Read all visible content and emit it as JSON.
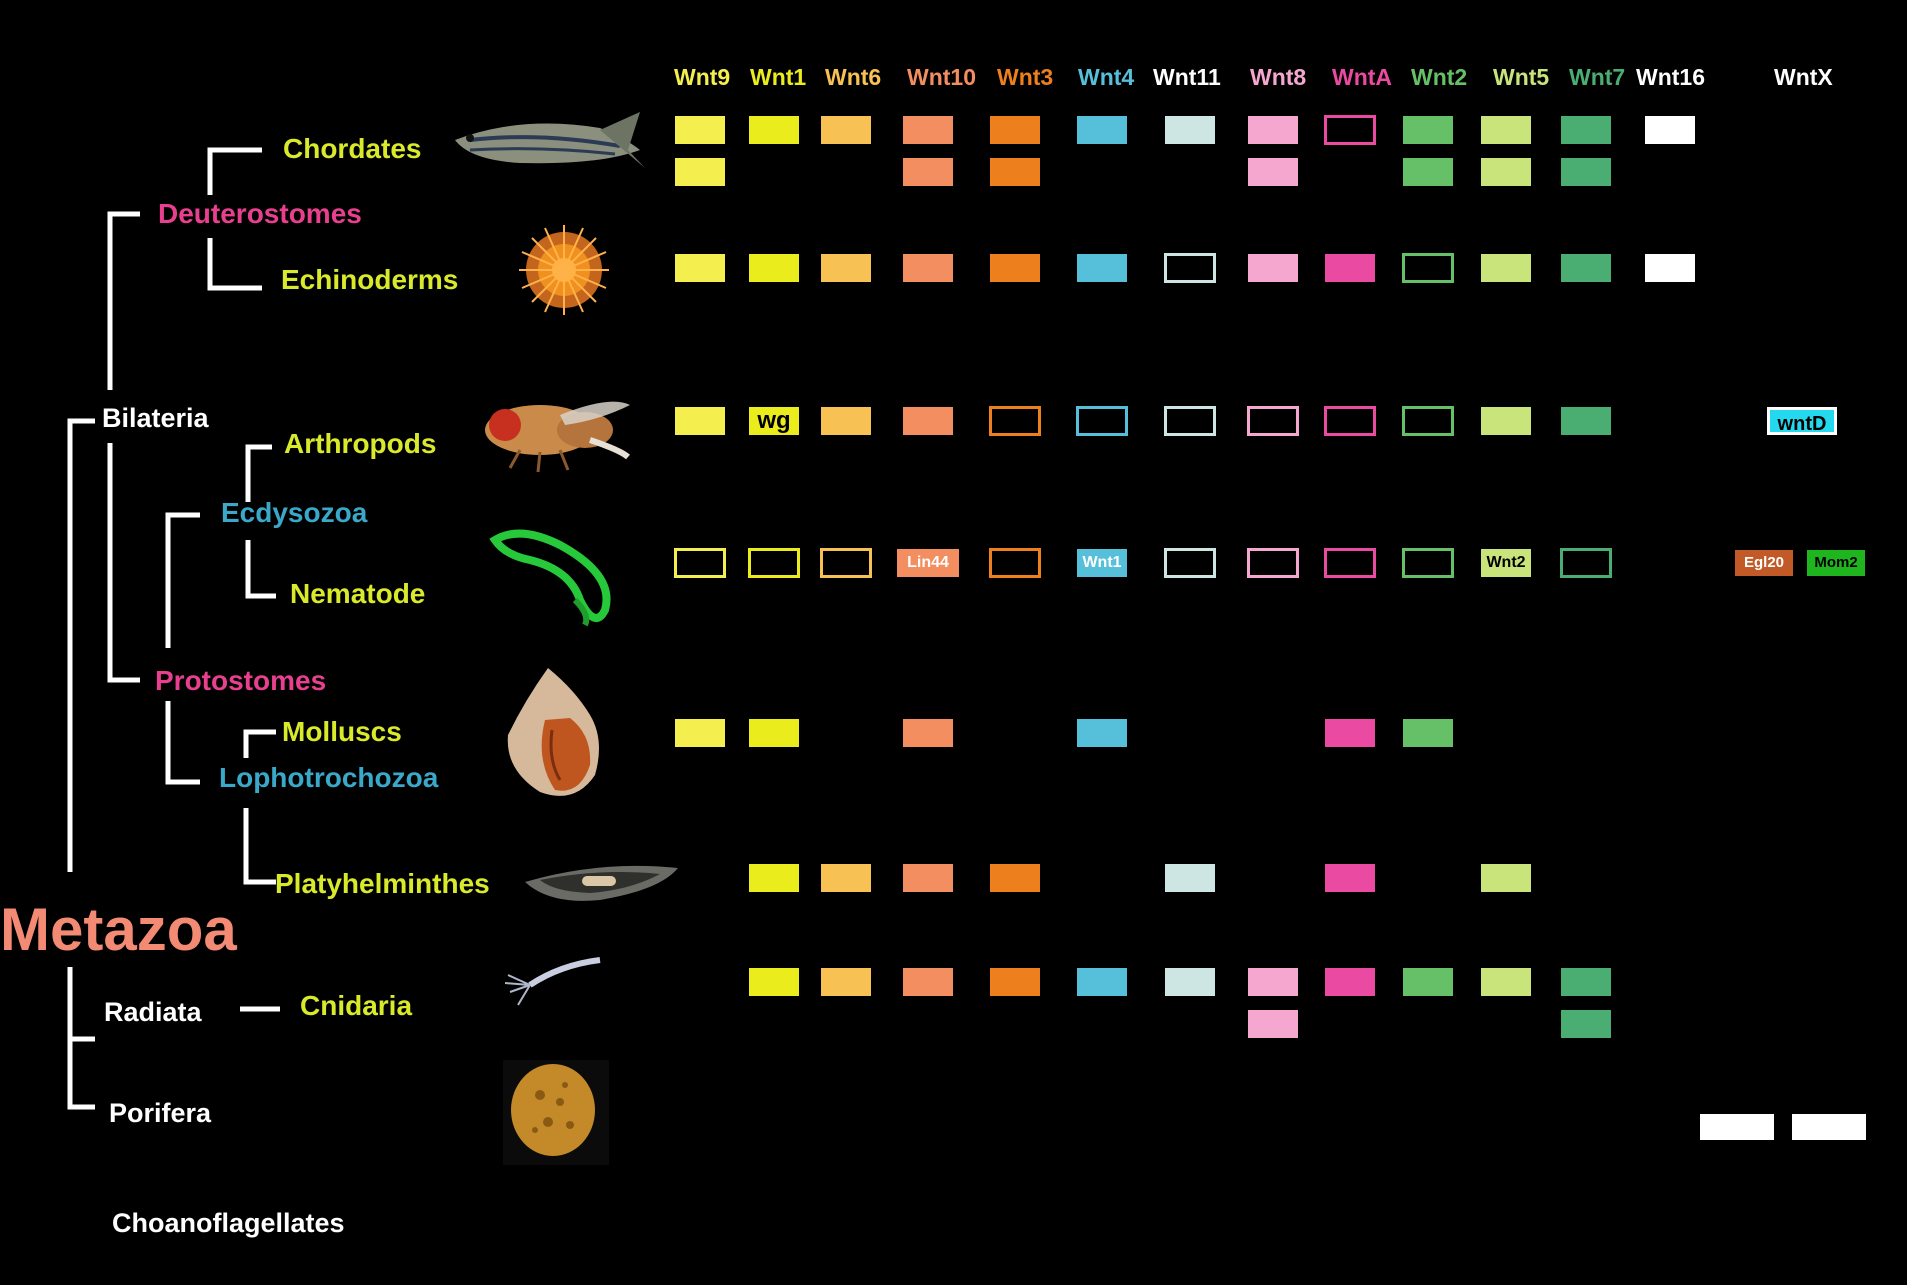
{
  "colors": {
    "background": "#000000",
    "tree_lines": "#ffffff",
    "clade_major": "#e8408f",
    "clade_minor": "#3aa8c9",
    "phylum": "#d9ea2a",
    "metazoa": "#f28a74",
    "base_groups": "#ffffff"
  },
  "taxa": {
    "chordates": "Chordates",
    "deuterostomes": "Deuterostomes",
    "echinoderms": "Echinoderms",
    "bilateria": "Bilateria",
    "arthropods": "Arthropods",
    "ecdysozoa": "Ecdysozoa",
    "nematode": "Nematode",
    "protostomes": "Protostomes",
    "molluscs": "Molluscs",
    "lophotrochozoa": "Lophotrochozoa",
    "platyhelminthes": "Platyhelminthes",
    "metazoa": "Metazoa",
    "radiata": "Radiata",
    "cnidaria": "Cnidaria",
    "porifera": "Porifera",
    "choanoflagellates": "Choanoflagellates"
  },
  "animal_images": [
    "zebrafish",
    "sea urchin",
    "fruit fly",
    "nematode worm",
    "whelk shell",
    "planarian flatworm",
    "hydra polyp",
    "sponge"
  ],
  "gene_families": [
    {
      "id": "wnt9",
      "label": "Wnt9",
      "color": "#f4ef4f"
    },
    {
      "id": "wnt1",
      "label": "Wnt1",
      "color": "#eaec1c"
    },
    {
      "id": "wnt6",
      "label": "Wnt6",
      "color": "#f7c153"
    },
    {
      "id": "wnt10",
      "label": "Wnt10",
      "color": "#f38e60"
    },
    {
      "id": "wnt3",
      "label": "Wnt3",
      "color": "#ee7f1d"
    },
    {
      "id": "wnt4",
      "label": "Wnt4",
      "color": "#56bfd9"
    },
    {
      "id": "wnt11",
      "label": "Wnt11",
      "color": "#cde6e4"
    },
    {
      "id": "wnt8",
      "label": "Wnt8",
      "color": "#f6a7d0"
    },
    {
      "id": "wntA",
      "label": "WntA",
      "color": "#ea4aa1"
    },
    {
      "id": "wnt2",
      "label": "Wnt2",
      "color": "#66c067"
    },
    {
      "id": "wnt5",
      "label": "Wnt5",
      "color": "#c9e47a"
    },
    {
      "id": "wnt7",
      "label": "Wnt7",
      "color": "#4aae72"
    },
    {
      "id": "wnt16",
      "label": "Wnt16",
      "color": "#ffffff"
    },
    {
      "id": "wntX",
      "label": "WntX",
      "color": "#ffffff"
    }
  ],
  "presence": [
    {
      "taxon": "Chordates",
      "genes": {
        "wnt9": 2,
        "wnt1": 1,
        "wnt6": 1,
        "wnt10": 2,
        "wnt3": 2,
        "wnt4": 1,
        "wnt11": 1,
        "wnt8": 2,
        "wntA": "lost",
        "wnt2": 2,
        "wnt5": 2,
        "wnt7": 2,
        "wnt16": 1
      }
    },
    {
      "taxon": "Echinoderms",
      "genes": {
        "wnt9": 1,
        "wnt1": 1,
        "wnt6": 1,
        "wnt10": 1,
        "wnt3": 1,
        "wnt4": 1,
        "wnt11": "lost",
        "wnt8": 1,
        "wntA": 1,
        "wnt2": "lost",
        "wnt5": 1,
        "wnt7": 1,
        "wnt16": 1
      }
    },
    {
      "taxon": "Arthropods",
      "genes": {
        "wnt9": 1,
        "wnt1": "wg",
        "wnt6": 1,
        "wnt10": 1,
        "wnt3": "lost",
        "wnt4": "lost",
        "wnt11": "lost",
        "wnt8": "lost",
        "wntA": "lost",
        "wnt2": "lost",
        "wnt5": 1,
        "wnt7": 1,
        "wntX": [
          "wntD"
        ]
      }
    },
    {
      "taxon": "Nematode",
      "genes": {
        "wnt9": "lost",
        "wnt1": "lost",
        "wnt6": "lost",
        "wnt10": "Lin44",
        "wnt3": "lost",
        "wnt4": "Wnt1",
        "wnt11": "lost",
        "wnt8": "lost",
        "wntA": "lost",
        "wnt2": "lost",
        "wnt5": "Wnt2",
        "wnt7": "lost",
        "wntX": [
          "Egl20",
          "Mom2"
        ]
      }
    },
    {
      "taxon": "Molluscs",
      "genes": {
        "wnt9": 1,
        "wnt1": 1,
        "wnt10": 1,
        "wnt4": 1,
        "wntA": 1,
        "wnt2": 1
      }
    },
    {
      "taxon": "Platyhelminthes",
      "genes": {
        "wnt1": 1,
        "wnt6": 1,
        "wnt10": 1,
        "wnt3": 1,
        "wnt11": 1,
        "wntA": 1,
        "wnt5": 1
      }
    },
    {
      "taxon": "Cnidaria",
      "genes": {
        "wnt1": 1,
        "wnt6": 1,
        "wnt10": 1,
        "wnt3": 1,
        "wnt4": 1,
        "wnt11": 1,
        "wnt8": 2,
        "wntA": 1,
        "wnt2": 1,
        "wnt5": 1,
        "wnt7": 2
      }
    },
    {
      "taxon": "Porifera",
      "genes": {
        "wntX": 2
      }
    }
  ]
}
